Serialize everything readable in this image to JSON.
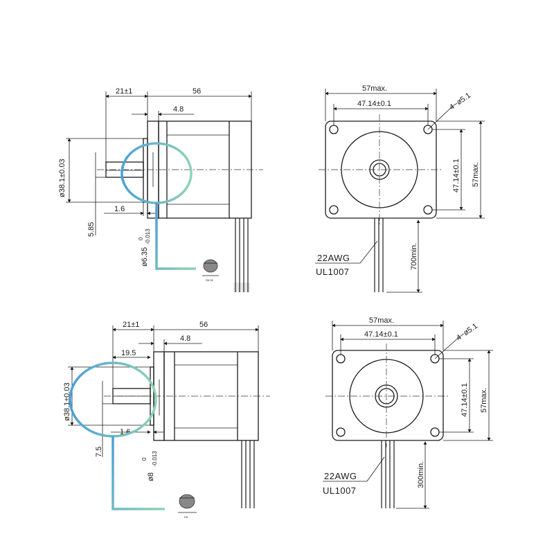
{
  "colors": {
    "line": "#1a1a1a",
    "callout_start": "#4a9fd8",
    "callout_end": "#8ed3b4"
  },
  "top": {
    "side": {
      "dim_flange_offset": "21±1",
      "dim_body_length": "56",
      "dim_boss": "4.8",
      "dim_pilot_dia": "ø38.1±0.03",
      "dim_boss_thickness": "1.6",
      "dim_flat": "5.85",
      "dim_shaft_dia": "ø6.35",
      "dim_shaft_tol_upper": "0",
      "dim_shaft_tol_lower": "-0.013",
      "shaft_section_label": "D6.35"
    },
    "front": {
      "dim_width_max": "57max.",
      "dim_hole_spacing": "47.14±0.1",
      "dim_holes": "4−ø5.1",
      "dim_hole_spacing_v": "47.14±0.1",
      "dim_height_max": "57max.",
      "dim_lead_length": "700min.",
      "wire_gauge": "22AWG",
      "wire_spec": "UL1007"
    }
  },
  "bottom": {
    "side": {
      "dim_flange_offset": "21±1",
      "dim_body_length": "56",
      "dim_boss": "4.8",
      "dim_flat_length": "19.5",
      "dim_pilot_dia": "ø38.1±0.03",
      "dim_boss_thickness": "1.6",
      "dim_flat": "7.5",
      "dim_shaft_dia": "ø8",
      "dim_shaft_tol_upper": "0",
      "dim_shaft_tol_lower": "-0.013",
      "shaft_section_label": "D8"
    },
    "front": {
      "dim_width_max": "57max.",
      "dim_hole_spacing": "47.14±0.1",
      "dim_holes": "4−ø5.1",
      "dim_hole_spacing_v": "47.14±0.1",
      "dim_height_max": "57max.",
      "dim_lead_length": "300min.",
      "wire_gauge": "22AWG",
      "wire_spec": "UL1007"
    }
  }
}
